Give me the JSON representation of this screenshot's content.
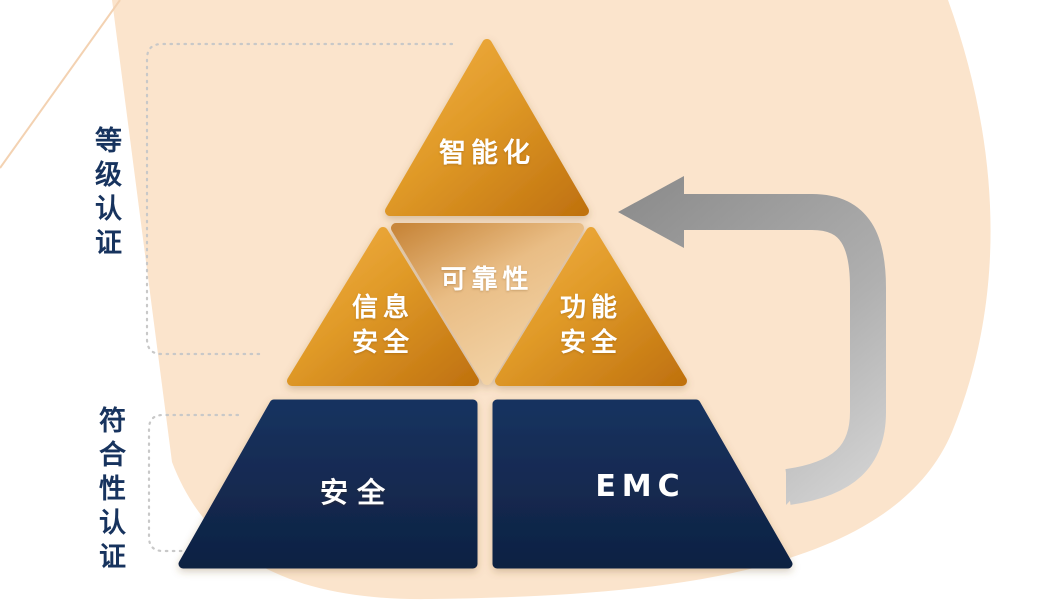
{
  "diagram": {
    "kind": "certification-pyramid",
    "pyramid": {
      "top": "智能化",
      "mid_left_line1": "信息",
      "mid_left_line2": "安全",
      "mid_center": "可靠性",
      "mid_right_line1": "功能",
      "mid_right_line2": "安全",
      "bottom_left": "安全",
      "bottom_right": "EMC"
    },
    "side_labels": {
      "grade_certification": "等级认证",
      "conformity_certification": "符合性认证"
    },
    "colors": {
      "orange_light": "#f3b045",
      "orange_dark": "#c0720f",
      "tan_light": "#f3d4a8",
      "tan_dark": "#c8863a",
      "navy_light": "#17325f",
      "navy_dark": "#0f2243",
      "arrow_gray_dark": "#8d8d8d",
      "arrow_gray_light": "#d8d8d8",
      "background_peach": "#fbe4cc",
      "side_label_navy": "#17335e",
      "bracket_gray": "#c8c8c8",
      "text_white": "#ffffff"
    }
  }
}
